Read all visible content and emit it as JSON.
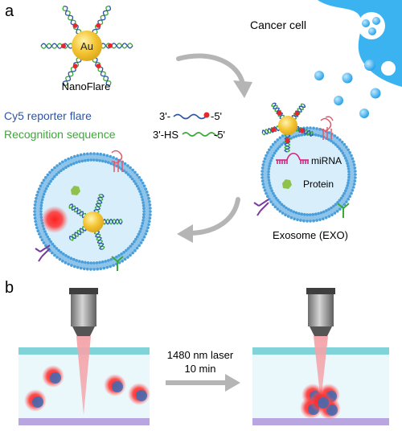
{
  "panel_a": {
    "label": "a",
    "nanoflare": {
      "core_label": "Au",
      "name": "NanoFlare"
    },
    "cancer_cell_label": "Cancer cell",
    "legend": {
      "reporter": {
        "label": "Cy5 reporter flare",
        "end_left": "3'-",
        "end_right": "-5'"
      },
      "recognition": {
        "label": "Recognition sequence",
        "end_left": "3'-HS",
        "end_right": "-5'"
      }
    },
    "exosome": {
      "mirna_label": "miRNA",
      "protein_label": "Protein",
      "caption": "Exosome (EXO)"
    }
  },
  "panel_b": {
    "label": "b",
    "laser_line1": "1480 nm laser",
    "laser_line2": "10 min"
  },
  "colors": {
    "gold": "#f2c12e",
    "cancer_blue": "#3bb3f0",
    "membrane": "#8fc4ea",
    "exosome_fill": "#d8eefb",
    "cy5_red": "#e8262c",
    "reporter_text": "#2e54a6",
    "recognition_text": "#3aa935",
    "mirna": "#d6247e",
    "protein": "#8fc24b",
    "arrow_gray": "#b5b5b5",
    "top_glass": "#7fd3d9",
    "bottom_glass": "#b9a6e0"
  }
}
